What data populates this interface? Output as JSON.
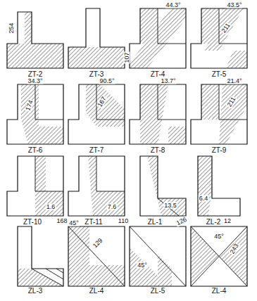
{
  "diagram": {
    "labels": [
      "254",
      "ZT-2",
      "ZT-3",
      "107",
      "44.3°",
      "ZT-4",
      "43.5°",
      "211",
      "ZT-5",
      "34.3°",
      "174",
      "ZT-6",
      "90.5°",
      "167",
      "ZT-7",
      "13.7°",
      "ZT-8",
      "21.4°",
      "211",
      "ZT-9",
      "1.6",
      "168",
      "ZT-10",
      "7.6",
      "110",
      "ZT-11",
      "13.5",
      "126",
      "ZL-1",
      "6.4",
      "12",
      "ZL-2",
      "ZL-3",
      "45°",
      "129",
      "ZL-4",
      "45°",
      "ZL-5",
      "45°",
      "243",
      "ZL-4"
    ]
  }
}
